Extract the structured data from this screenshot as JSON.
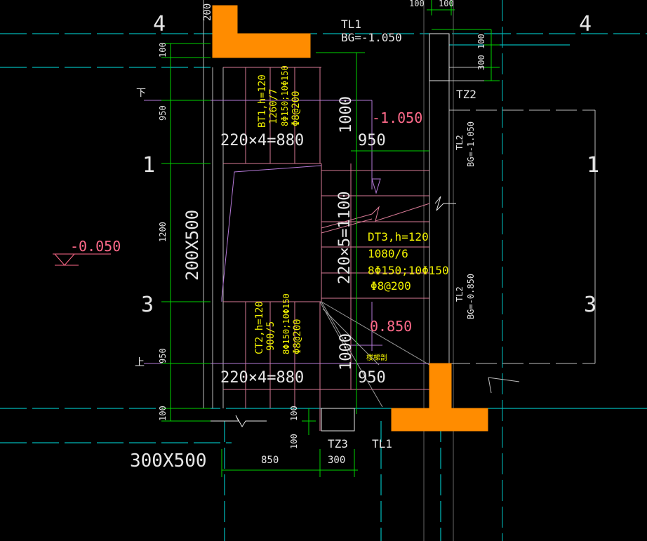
{
  "drawing": {
    "background": "#000000",
    "colors": {
      "axis": "#00e5e5",
      "dim": "#00d400",
      "stair": "#d97a96",
      "landing": "#b57ad8",
      "beam": "#ff8c00",
      "text_white": "#e6e6e6",
      "text_yellow": "#f2f200",
      "text_pink": "#ff6a8a"
    },
    "grid_labels": {
      "left_4": "4",
      "left_1": "1",
      "left_3": "3",
      "right_4": "4",
      "right_1": "1",
      "right_3": "3"
    },
    "beam_labels": {
      "tl1_top": "TL1",
      "bg_top": "BG=-1.050",
      "tz2": "TZ2",
      "tl2_top": "TL2",
      "tl2_top_bg": "BG=-1.050",
      "tl2_bottom": "TL2",
      "tl2_bottom_bg": "BG=-0.850",
      "tz3": "TZ3",
      "tl1_bottom": "TL1",
      "col_left": "200X500",
      "col_bottom": "300X500"
    },
    "stair_labels": {
      "bt1_line1": "BT1,h=120",
      "bt1_line2": "1260/7",
      "bt1_line3": "8Φ150;10Φ150",
      "bt1_line4": "Φ8@200",
      "dt3_line1": "DT3,h=120",
      "dt3_line2": "1080/6",
      "dt3_line3": "8Φ150;10Φ150",
      "dt3_line4": "Φ8@200",
      "ct2_line1": "CT2,h=120",
      "ct2_line2": "900/5",
      "ct2_line3": "8Φ150;10Φ150",
      "ct2_line4": "Φ8@200",
      "dir_down": "下",
      "dir_up": "上",
      "small_note": "楼梯剖"
    },
    "levels": {
      "top_landing": "-1.050",
      "mid_landing": "0.850",
      "floor": "-0.050"
    },
    "dimensions": {
      "run_top": "220×4=880",
      "run_mid": "220×5=1100",
      "run_bottom": "220×4=880",
      "landing_top_depth": "1000",
      "landing_bottom_depth": "1000",
      "landing_top_width": "950",
      "landing_bottom_width": "950",
      "d_top_100": "100",
      "d_950_a": "950",
      "d_1200": "1200",
      "d_950_b": "950",
      "d_100_bottom": "100",
      "d_850": "850",
      "d_300_bottom": "300",
      "d_100_a": "100",
      "d_100_b": "100",
      "d_top_100_b": "100",
      "d_top_100_c": "100",
      "d_right_100": "100",
      "d_right_300": "300",
      "d_top_200": "200"
    }
  }
}
